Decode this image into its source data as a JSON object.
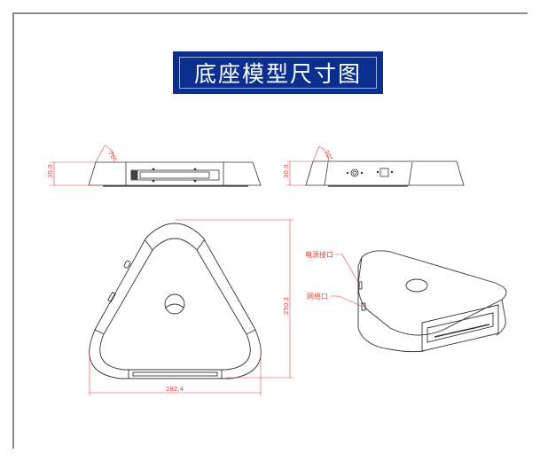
{
  "title": "底座模型尺寸图",
  "front_view": {
    "height_dim": "30.0",
    "angle_dim": "70°"
  },
  "side_view": {
    "height_dim": "30.0",
    "angle_dim": "70°"
  },
  "top_view": {
    "width_dim": "282.4",
    "depth_dim": "250.3"
  },
  "iso_view": {
    "power_port_label": "电源接口",
    "network_port_label": "网络口"
  },
  "colors": {
    "title_bg": "#0b2f8f",
    "dimension": "#e5413f",
    "line": "#333333"
  }
}
